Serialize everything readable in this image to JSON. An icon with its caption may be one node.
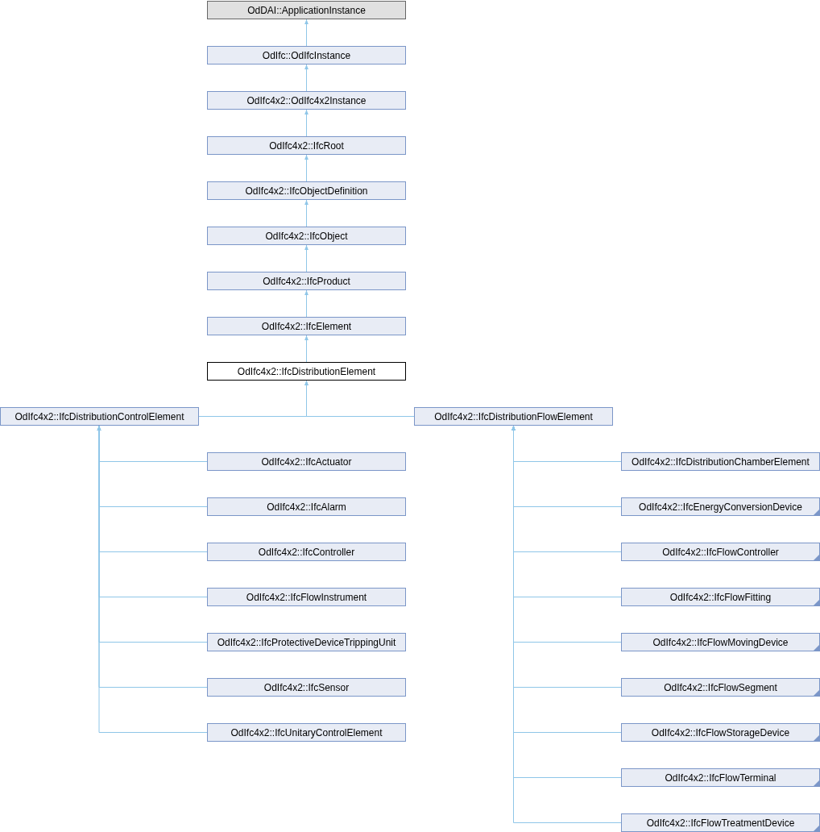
{
  "diagram": {
    "nodes": [
      {
        "text": [
          "OdDAI::ApplicationInstance"
        ]
      },
      {
        "text": [
          "OdIfc::OdIfcInstance"
        ]
      },
      {
        "text": [
          "OdIfc4x2::OdIfc4x2Instance"
        ]
      },
      {
        "text": [
          "OdIfc4x2::IfcRoot"
        ]
      },
      {
        "text": [
          "OdIfc4x2::IfcObjectDefinition"
        ]
      },
      {
        "text": [
          "OdIfc4x2::IfcObject"
        ]
      },
      {
        "text": [
          "OdIfc4x2::IfcProduct"
        ]
      },
      {
        "text": [
          "OdIfc4x2::IfcElement"
        ]
      },
      {
        "text": [
          "OdIfc4x2::IfcDistributionElement"
        ]
      },
      {
        "text": [
          "OdIfc4x2::IfcDistributionControlElement"
        ]
      },
      {
        "text": [
          "OdIfc4x2::IfcDistributionFlowElement"
        ]
      },
      {
        "text": [
          "OdIfc4x2::IfcActuator"
        ]
      },
      {
        "text": [
          "OdIfc4x2::IfcAlarm"
        ]
      },
      {
        "text": [
          "OdIfc4x2::IfcController"
        ]
      },
      {
        "text": [
          "OdIfc4x2::IfcFlowInstrument"
        ]
      },
      {
        "text": [
          "OdIfc4x2::IfcProtectiveDeviceTrippingUnit"
        ]
      },
      {
        "text": [
          "OdIfc4x2::IfcSensor"
        ]
      },
      {
        "text": [
          "OdIfc4x2::IfcUnitaryControlElement"
        ]
      },
      {
        "text": [
          "OdIfc4x2::IfcDistributionChamberElement"
        ]
      },
      {
        "text": [
          "OdIfc4x2::IfcEnergyConversionDevice"
        ]
      },
      {
        "text": [
          "OdIfc4x2::IfcFlowController"
        ]
      },
      {
        "text": [
          "OdIfc4x2::IfcFlowFitting"
        ]
      },
      {
        "text": [
          "OdIfc4x2::IfcFlowMovingDevice"
        ]
      },
      {
        "text": [
          "OdIfc4x2::IfcFlowSegment"
        ]
      },
      {
        "text": [
          "OdIfc4x2::IfcFlowStorageDevice"
        ]
      },
      {
        "text": [
          "OdIfc4x2::IfcFlowTerminal"
        ]
      },
      {
        "text": [
          "OdIfc4x2::IfcFlowTreatmentDevice"
        ]
      }
    ],
    "edges": [
      {
        "from": 1,
        "to": 0,
        "arrow": "to"
      },
      {
        "from": 2,
        "to": 1,
        "arrow": "to"
      },
      {
        "from": 3,
        "to": 2,
        "arrow": "to"
      },
      {
        "from": 4,
        "to": 3,
        "arrow": "to"
      },
      {
        "from": 5,
        "to": 4,
        "arrow": "to"
      },
      {
        "from": 6,
        "to": 5,
        "arrow": "to"
      },
      {
        "from": 7,
        "to": 6,
        "arrow": "to"
      },
      {
        "from": 8,
        "to": 7,
        "arrow": "to"
      },
      {
        "from": 9,
        "to": 8,
        "arrow": "to"
      },
      {
        "from": 10,
        "to": 8,
        "arrow": "to"
      },
      {
        "from": 11,
        "to": 9,
        "arrow": "to"
      },
      {
        "from": 12,
        "to": 9,
        "arrow": "to"
      },
      {
        "from": 13,
        "to": 9,
        "arrow": "to"
      },
      {
        "from": 14,
        "to": 9,
        "arrow": "to"
      },
      {
        "from": 15,
        "to": 9,
        "arrow": "to"
      },
      {
        "from": 16,
        "to": 9,
        "arrow": "to"
      },
      {
        "from": 17,
        "to": 9,
        "arrow": "to"
      },
      {
        "from": 18,
        "to": 10,
        "arrow": "to"
      },
      {
        "from": 19,
        "to": 10,
        "arrow": "to"
      },
      {
        "from": 20,
        "to": 10,
        "arrow": "to"
      },
      {
        "from": 21,
        "to": 10,
        "arrow": "to"
      },
      {
        "from": 22,
        "to": 10,
        "arrow": "to"
      },
      {
        "from": 23,
        "to": 10,
        "arrow": "to"
      },
      {
        "from": 24,
        "to": 10,
        "arrow": "to"
      },
      {
        "from": 25,
        "to": 10,
        "arrow": "to"
      },
      {
        "from": 26,
        "to": 10,
        "arrow": "to"
      }
    ]
  }
}
